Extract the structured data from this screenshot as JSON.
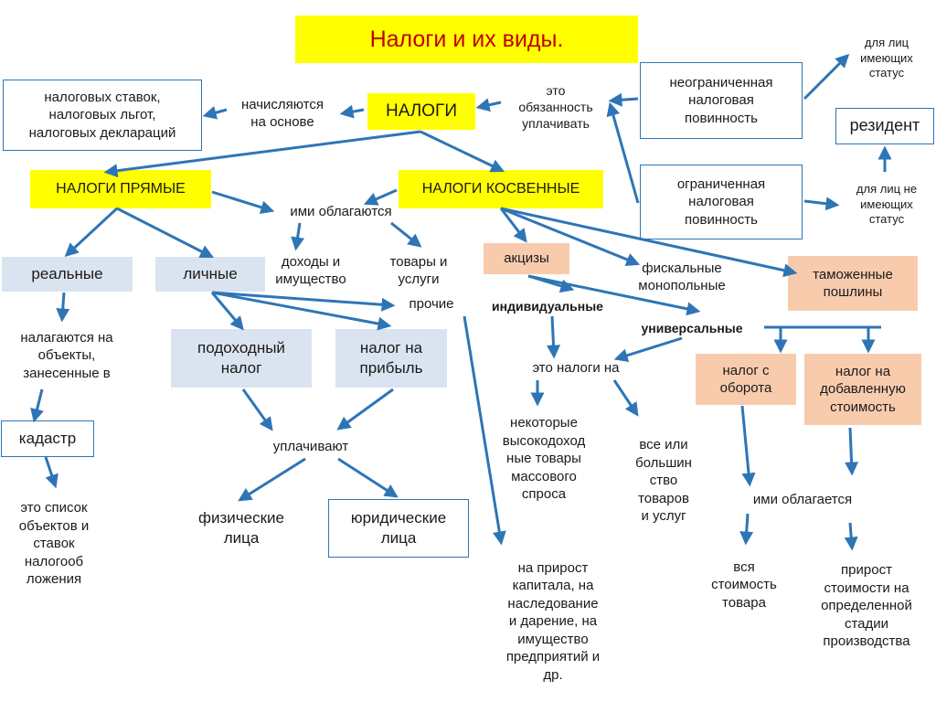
{
  "colors": {
    "arrow": "#2e75b6",
    "highlight": "#ffff00",
    "light_blue": "#dae3f0",
    "peach": "#f8cbad",
    "title_text": "#c00000"
  },
  "nodes": {
    "title": "Налоги и их виды.",
    "taxes": "НАЛОГИ",
    "based_on": "начисляются\nна основе",
    "docs": "налоговых ставок,\nналоговых льгот,\nналоговых деклараций",
    "duty": "это\nобязанность\nуплачивать",
    "unlimited": "неограниченная\nналоговая\nповинность",
    "limited": "ограниченная\nналоговая\nповинность",
    "with_status": "для лиц\nимеющих\nстатус",
    "resident": "резидент",
    "without_status": "для лиц не\nимеющих\nстатус",
    "direct": "НАЛОГИ ПРЯМЫЕ",
    "indirect": "НАЛОГИ КОСВЕННЫЕ",
    "taxed_by": "ими облагаются",
    "income_property": "доходы и\nимущество",
    "goods_services": "товары и\nуслуги",
    "other": "прочие",
    "real": "реальные",
    "personal": "личные",
    "real_desc": "налагаются на\nобъекты,\nзанесенные в",
    "cadastre": "кадастр",
    "cadastre_desc": "это список\nобъектов и\nставок\nналогооб\nложения",
    "income_tax": "подоходный\nналог",
    "profit_tax": "налог на\nприбыль",
    "pay": "уплачивают",
    "individuals": "физические\nлица",
    "legal": "юридические\nлица",
    "other_desc": "на прирост\nкапитала, на\nнаследование\nи дарение, на\nимущество\nпредприятий и\nдр.",
    "excise": "акцизы",
    "individual": "индивидуальные",
    "universal": "универсальные",
    "taxes_on": "это налоги на",
    "some_goods": "некоторые\nвысокодоход\nные товары\nмассового\nспроса",
    "all_goods": "все или\nбольшин\nство\nтоваров\nи услуг",
    "fiscal": "фискальные\nмонопольные",
    "customs": "таможенные\nпошлины",
    "turnover": "налог с\nоборота",
    "vat": "налог на\nдобавленную\nстоимость",
    "taxed_by2": "ими облагается",
    "full_value": "вся\nстоимость\nтовара",
    "value_growth": "прирост\nстоимости на\nопределенной\nстадии\nпроизводства"
  }
}
